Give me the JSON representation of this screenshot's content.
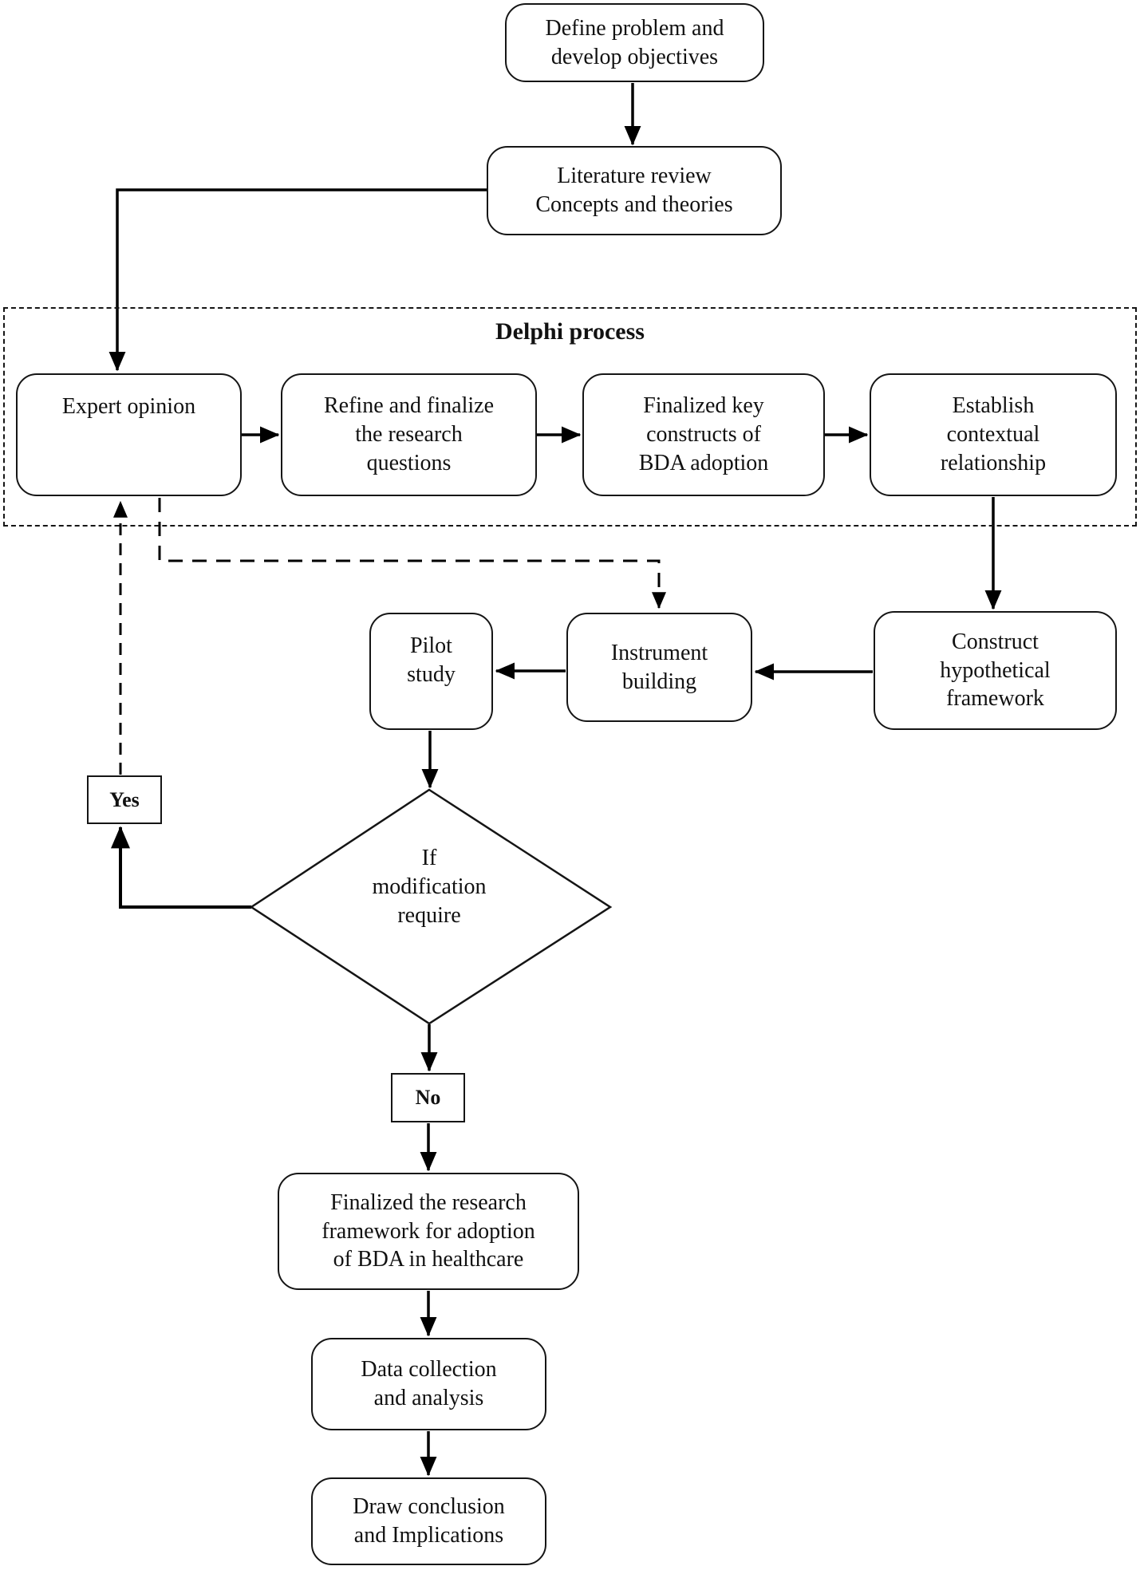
{
  "diagram": {
    "title": "Delphi process",
    "colors": {
      "line": "#000000",
      "text": "#111111",
      "background": "#ffffff"
    },
    "nodes": {
      "define": {
        "label": "Define problem and\ndevelop objectives",
        "shape": "rounded-rect"
      },
      "literature": {
        "label": "Literature review\nConcepts and theories",
        "shape": "rounded-rect"
      },
      "expert": {
        "label": "Expert opinion",
        "shape": "rounded-rect"
      },
      "refine": {
        "label": "Refine and finalize\nthe research\nquestions",
        "shape": "rounded-rect"
      },
      "finalized_constructs": {
        "label": "Finalized key\nconstructs of\nBDA adoption",
        "shape": "rounded-rect"
      },
      "establish": {
        "label": "Establish\ncontextual\nrelationship",
        "shape": "rounded-rect"
      },
      "construct": {
        "label": "Construct\nhypothetical\nframework",
        "shape": "rounded-rect"
      },
      "instrument": {
        "label": "Instrument\nbuilding",
        "shape": "rounded-rect"
      },
      "pilot": {
        "label": "Pilot\nstudy",
        "shape": "rounded-rect"
      },
      "decision": {
        "label": "If\nmodification\nrequire",
        "shape": "diamond"
      },
      "yes": {
        "label": "Yes",
        "shape": "rect"
      },
      "no": {
        "label": "No",
        "shape": "rect"
      },
      "final_framework": {
        "label": "Finalized the research\nframework for adoption\nof BDA in healthcare",
        "shape": "rounded-rect"
      },
      "data_collection": {
        "label": "Data collection\nand analysis",
        "shape": "rounded-rect"
      },
      "conclusion": {
        "label": "Draw conclusion\nand Implications",
        "shape": "rounded-rect"
      }
    },
    "edges": [
      {
        "from": "define",
        "to": "literature",
        "style": "solid"
      },
      {
        "from": "literature",
        "to": "expert",
        "style": "solid"
      },
      {
        "from": "expert",
        "to": "refine",
        "style": "solid"
      },
      {
        "from": "refine",
        "to": "finalized_constructs",
        "style": "solid"
      },
      {
        "from": "finalized_constructs",
        "to": "establish",
        "style": "solid"
      },
      {
        "from": "establish",
        "to": "construct",
        "style": "solid"
      },
      {
        "from": "construct",
        "to": "instrument",
        "style": "solid"
      },
      {
        "from": "instrument",
        "to": "pilot",
        "style": "solid"
      },
      {
        "from": "pilot",
        "to": "decision",
        "style": "solid"
      },
      {
        "from": "decision",
        "to": "yes",
        "style": "solid"
      },
      {
        "from": "decision",
        "to": "no",
        "style": "solid"
      },
      {
        "from": "yes",
        "to": "expert",
        "style": "dashed"
      },
      {
        "from": "expert",
        "to": "instrument",
        "style": "dashed"
      },
      {
        "from": "no",
        "to": "final_framework",
        "style": "solid"
      },
      {
        "from": "final_framework",
        "to": "data_collection",
        "style": "solid"
      },
      {
        "from": "data_collection",
        "to": "conclusion",
        "style": "solid"
      }
    ]
  }
}
